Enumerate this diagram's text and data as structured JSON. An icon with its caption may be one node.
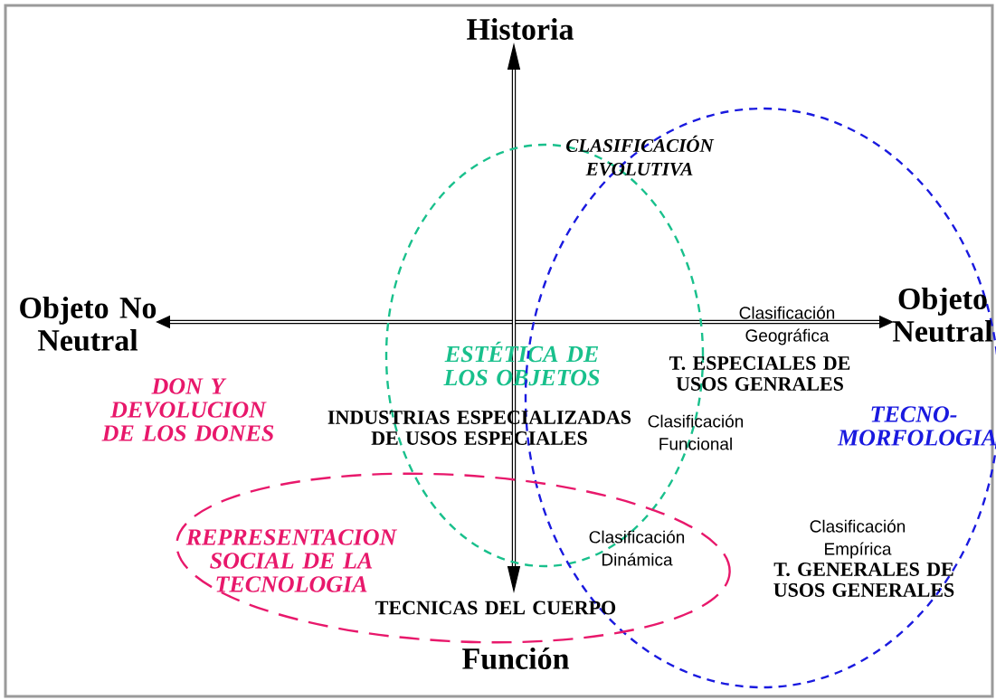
{
  "diagram": {
    "nodes": [
      {
        "text": [
          "ESTÉTICA DE LOS OBJETOS"
        ]
      },
      {
        "text": [
          "TECNO-MORFOLOGIA"
        ]
      },
      {
        "text": [
          "REPRESENTACION SOCIAL DE LA TECNOLOGIA"
        ]
      }
    ],
    "edges": [],
    "labels": [
      "Historia",
      "Objeto No Neutral",
      "Objeto Neutral",
      "CLASIFICACIÓN EVOLUTIVA",
      "Clasificación Geográfica",
      "T. ESPECIALES DE USOS GENRALES",
      "DON Y DEVOLUCION DE LOS DONES",
      "INDUSTRIAS ESPECIALIZADAS DE USOS ESPECIALES",
      "Clasificación Funcional",
      "Clasificación Dinámica",
      "Clasificación Empírica",
      "T. GENERALES DE USOS GENERALES",
      "TECNICAS DEL CUERPO",
      "Función"
    ]
  }
}
